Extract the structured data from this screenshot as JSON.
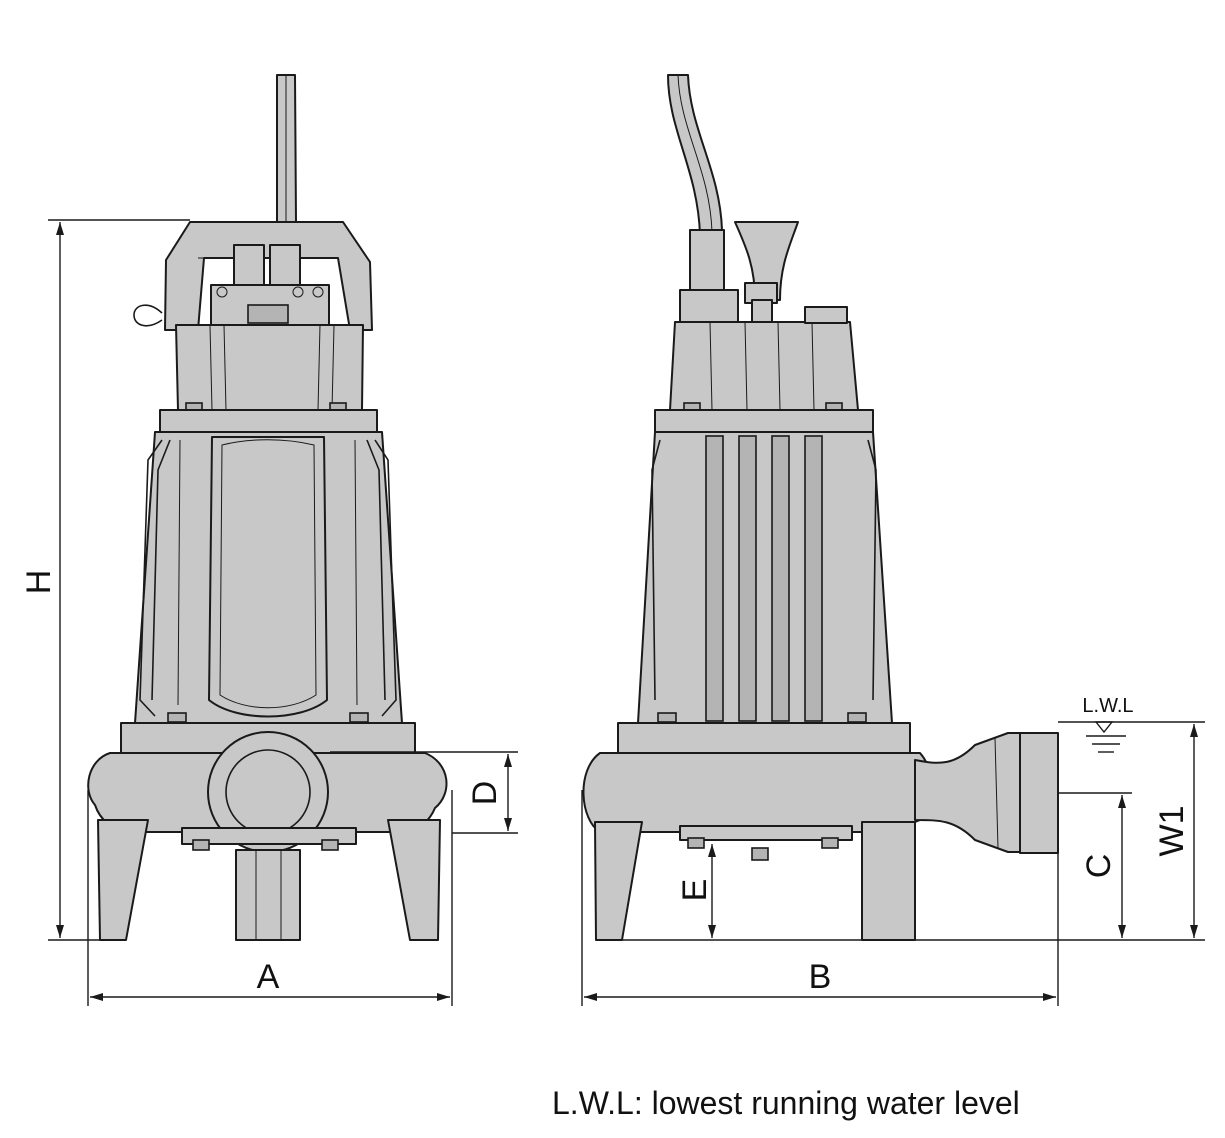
{
  "labels": {
    "H": "H",
    "A": "A",
    "B": "B",
    "C": "C",
    "D": "D",
    "E": "E",
    "W1": "W1",
    "LWL": "L.W.L"
  },
  "note": "L.W.L: lowest running water level"
}
